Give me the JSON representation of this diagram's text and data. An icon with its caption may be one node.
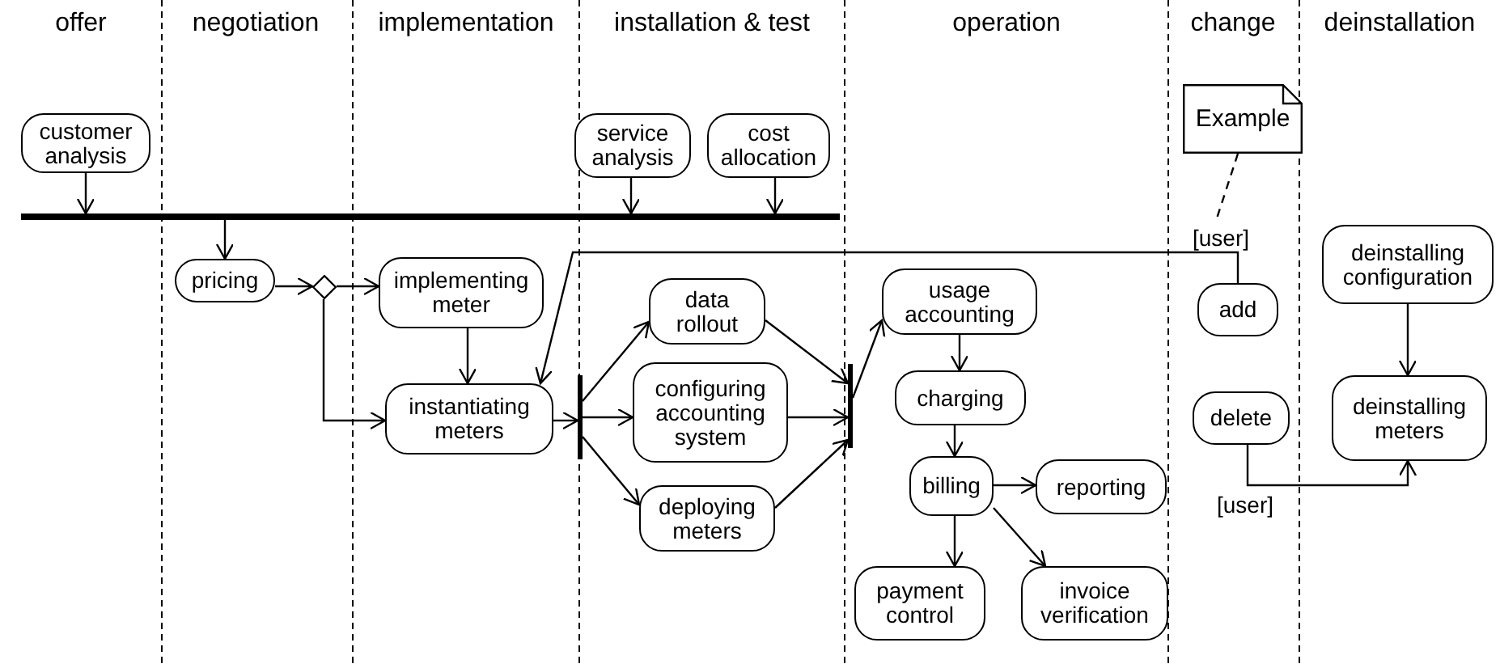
{
  "diagram": {
    "nodes": [
      {
        "text": [
          "customer analysis"
        ]
      },
      {
        "text": [
          "service analysis"
        ]
      },
      {
        "text": [
          "cost allocation"
        ]
      },
      {
        "text": [],
        "shape": "bar"
      },
      {
        "text": [
          "pricing"
        ]
      },
      {
        "text": [],
        "shape": "diamond"
      },
      {
        "text": [
          "implementing meter"
        ]
      },
      {
        "text": [
          "instantiating meters"
        ]
      },
      {
        "text": [],
        "shape": "bar"
      },
      {
        "text": [
          "data rollout"
        ]
      },
      {
        "text": [
          "configuring accounting system"
        ]
      },
      {
        "text": [
          "deploying meters"
        ]
      },
      {
        "text": [],
        "shape": "bar"
      },
      {
        "text": [
          "usage accounting"
        ]
      },
      {
        "text": [
          "charging"
        ]
      },
      {
        "text": [
          "billing"
        ]
      },
      {
        "text": [
          "reporting"
        ]
      },
      {
        "text": [
          "payment control"
        ]
      },
      {
        "text": [
          "invoice verification"
        ]
      },
      {
        "text": [
          "Example"
        ]
      },
      {
        "text": [
          "add"
        ]
      },
      {
        "text": [
          "delete"
        ]
      },
      {
        "text": [
          "deinstalling configuration"
        ]
      },
      {
        "text": [
          "deinstalling meters"
        ]
      }
    ],
    "edges": [
      {
        "from": 0,
        "to": 3,
        "arrow": "to"
      },
      {
        "from": 1,
        "to": 3,
        "arrow": "to"
      },
      {
        "from": 2,
        "to": 3,
        "arrow": "to"
      },
      {
        "from": 3,
        "to": 4,
        "arrow": "to"
      },
      {
        "from": 4,
        "to": 5,
        "arrow": "to"
      },
      {
        "from": 5,
        "to": 6,
        "arrow": "to"
      },
      {
        "from": 5,
        "to": 7,
        "arrow": "to"
      },
      {
        "from": 6,
        "to": 7,
        "arrow": "to"
      },
      {
        "from": 20,
        "to": 7,
        "arrow": "to",
        "label": "[user]"
      },
      {
        "from": 7,
        "to": 8,
        "arrow": "to"
      },
      {
        "from": 8,
        "to": 9,
        "arrow": "to"
      },
      {
        "from": 8,
        "to": 10,
        "arrow": "to"
      },
      {
        "from": 8,
        "to": 11,
        "arrow": "to"
      },
      {
        "from": 9,
        "to": 12,
        "arrow": "to"
      },
      {
        "from": 10,
        "to": 12,
        "arrow": "to"
      },
      {
        "from": 11,
        "to": 12,
        "arrow": "to"
      },
      {
        "from": 12,
        "to": 13,
        "arrow": "to"
      },
      {
        "from": 13,
        "to": 14,
        "arrow": "to"
      },
      {
        "from": 14,
        "to": 15,
        "arrow": "to"
      },
      {
        "from": 15,
        "to": 16,
        "arrow": "to"
      },
      {
        "from": 15,
        "to": 17,
        "arrow": "to"
      },
      {
        "from": 15,
        "to": 18,
        "arrow": "to"
      },
      {
        "from": 19,
        "to": null,
        "arrow": "none",
        "style": "dashed"
      },
      {
        "from": 22,
        "to": 23,
        "arrow": "to"
      },
      {
        "from": 21,
        "to": 23,
        "arrow": "to",
        "label": "[user]"
      }
    ],
    "labels": [
      "offer",
      "negotiation",
      "implementation",
      "installation & test",
      "operation",
      "change",
      "deinstallation"
    ]
  }
}
